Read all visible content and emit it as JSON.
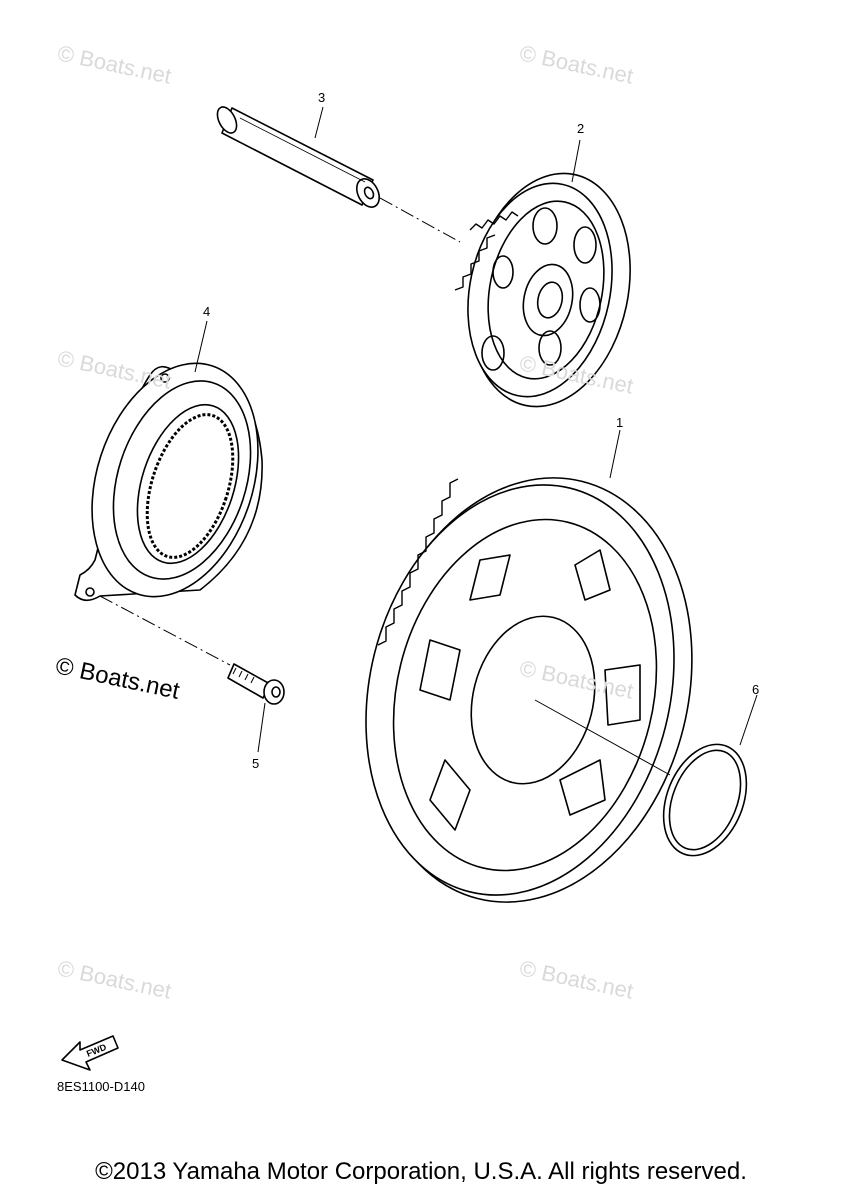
{
  "watermark": {
    "text": "© Boats.net"
  },
  "callouts": [
    "1",
    "2",
    "3",
    "4",
    "5",
    "6"
  ],
  "fwd_label": "FWD",
  "diagram_code": "8ES1100-D140",
  "copyright": "©2013 Yamaha Motor Corporation, U.S.A. All rights reserved."
}
